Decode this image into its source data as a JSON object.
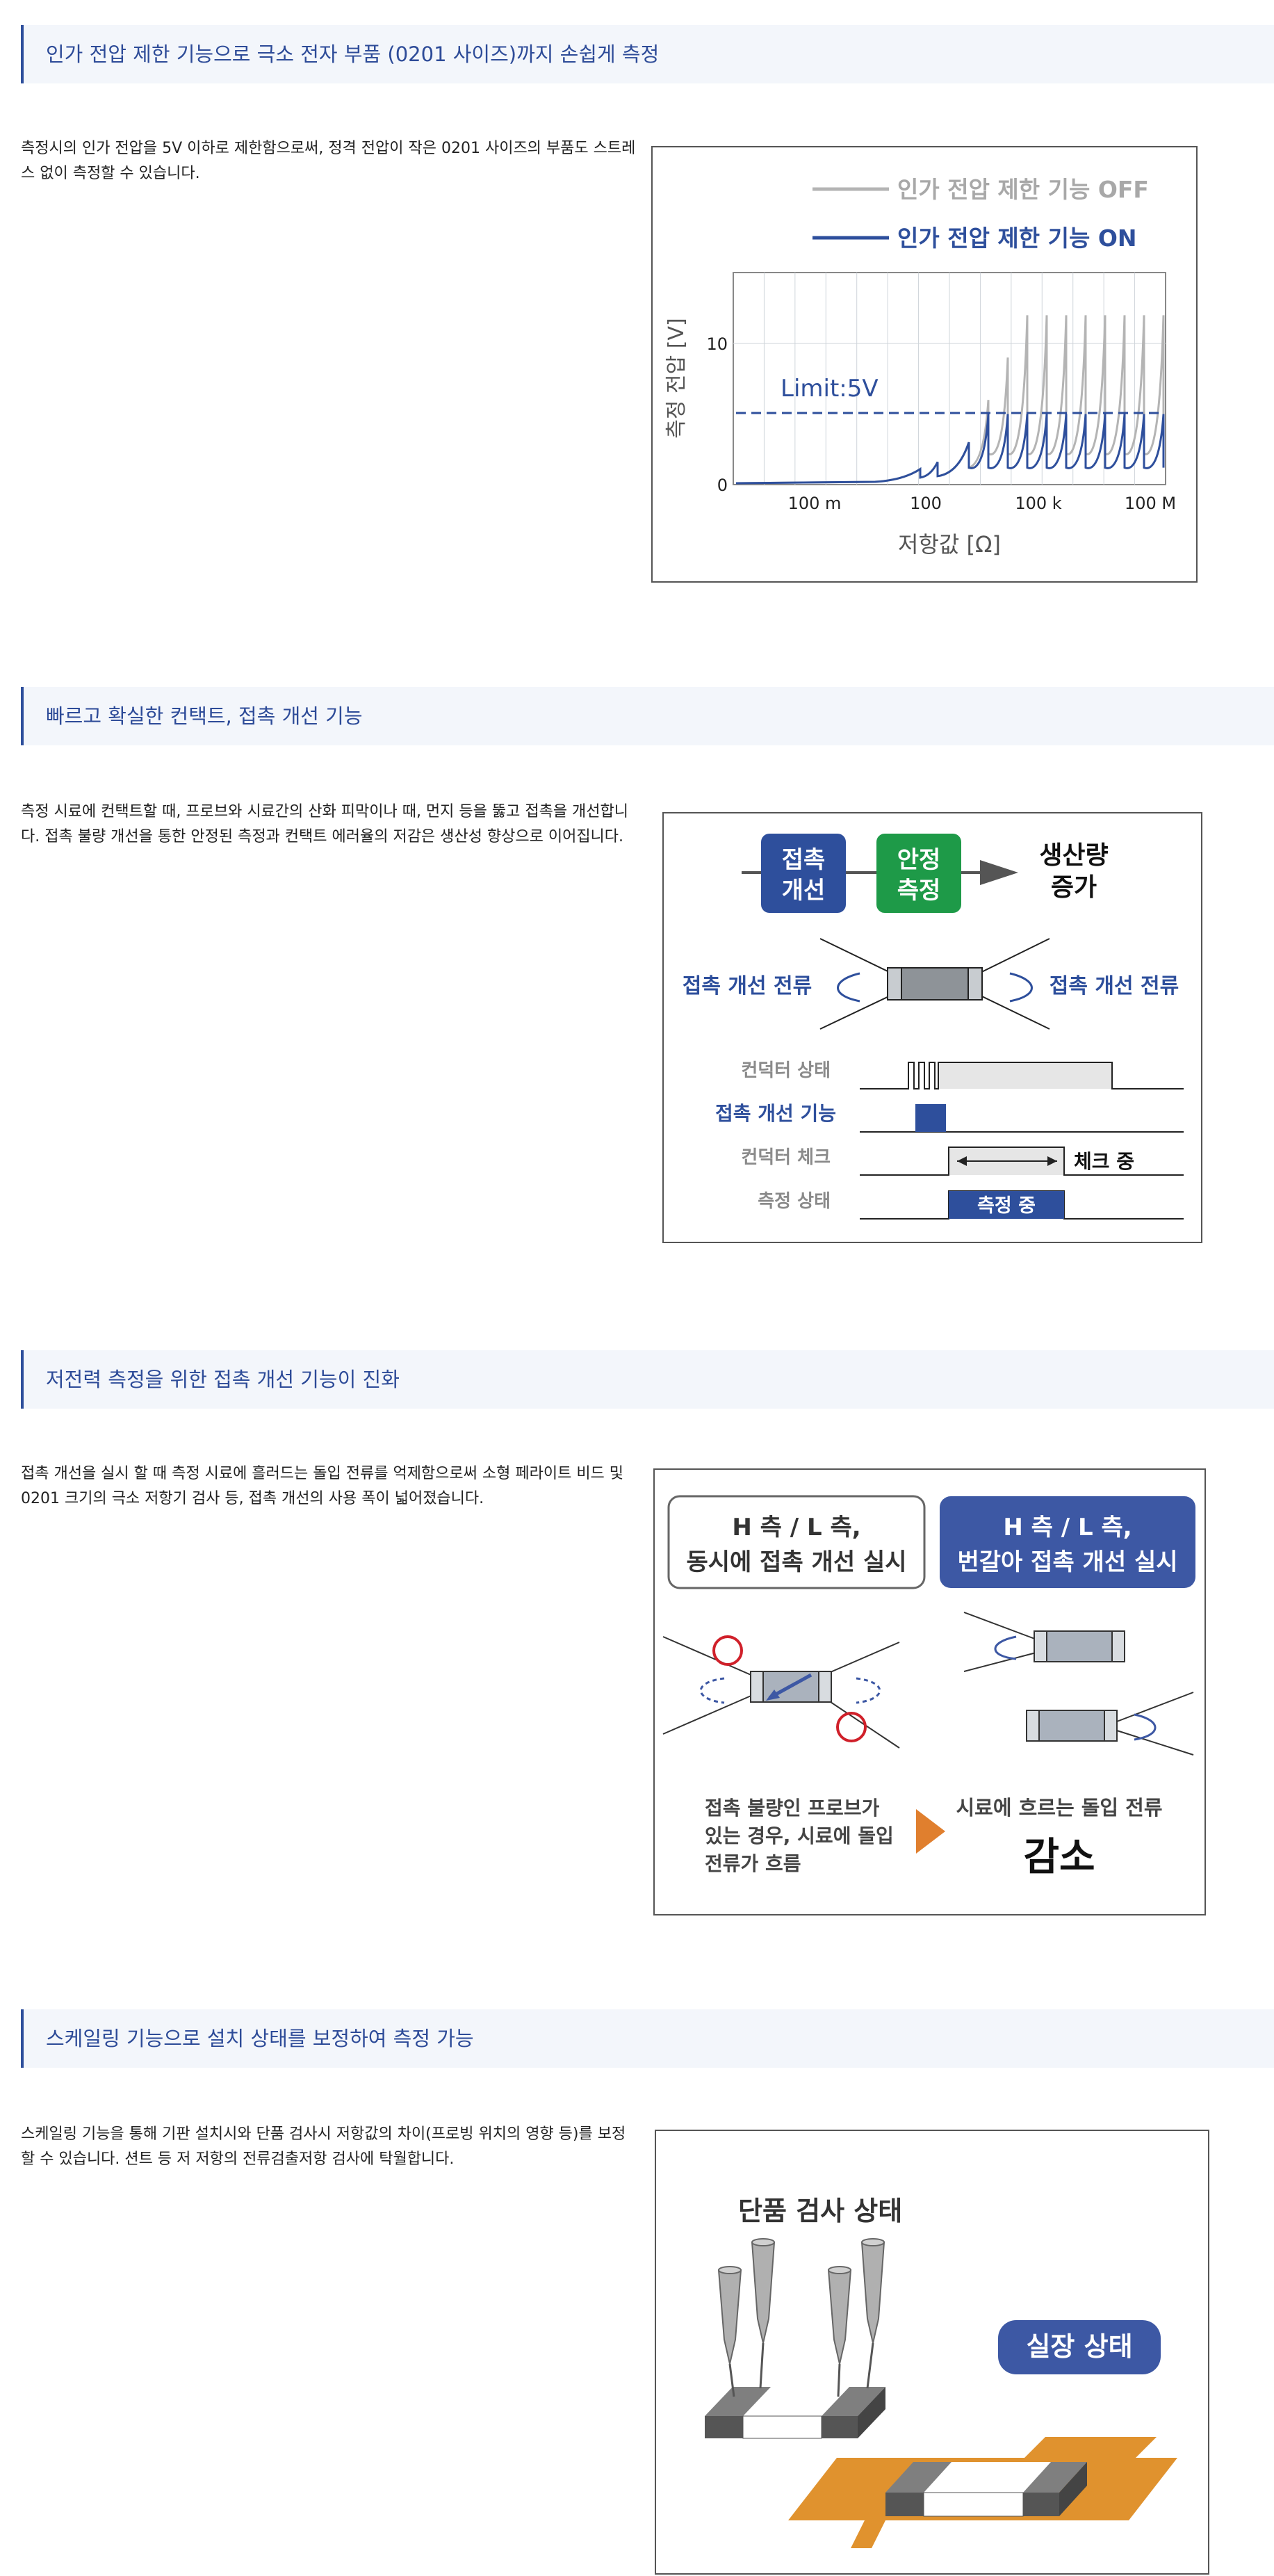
{
  "sections": [
    {
      "heading": "인가 전압 제한 기능으로 극소 전자 부품 (0201 사이즈)까지 손쉽게 측정",
      "description": "측정시의 인가 전압을 5V 이하로 제한함으로써, 정격 전압이 작은 0201 사이즈의 부품도 스트레스 없이 측정할 수 있습니다."
    },
    {
      "heading": "빠르고 확실한 컨택트, 접촉 개선 기능",
      "description": "측정 시료에 컨택트할 때, 프로브와 시료간의 산화 피막이나 때, 먼지 등을 뚫고 접촉을 개선합니다. 접촉 불량 개선을 통한 안정된 측정과 컨택트 에러율의 저감은 생산성 향상으로 이어집니다."
    },
    {
      "heading": "저전력 측정을 위한 접촉 개선 기능이 진화",
      "description": "접촉 개선을 실시 할 때 측정 시료에 흘러드는 돌입 전류를 억제함으로써 소형 페라이트 비드 및 0201 크기의 극소 저항기 검사 등, 접촉 개선의 사용 폭이 넓어졌습니다."
    },
    {
      "heading": "스케일링 기능으로 설치 상태를 보정하여 측정 가능",
      "description": "스케일링 기능을 통해 기판 설치시와 단품 검사시 저항값의 차이(프로빙 위치의 영향 등)를 보정할 수 있습니다. 션트 등 저 저항의 전류검출저항 검사에 탁월합니다."
    }
  ],
  "fig1": {
    "legend_off": "인가 전압 제한 기능 OFF",
    "legend_on": "인가 전압 제한 기능 ON",
    "ylabel": "측정 전압 [V]",
    "xlabel": "저항값 [Ω]",
    "limit_label": "Limit:5V",
    "colors": {
      "off": "#b4b4b4",
      "on": "#2e4f9c"
    }
  },
  "chart_data": {
    "type": "line",
    "xlabel": "저항값 [Ω]",
    "ylabel": "측정 전압 [V]",
    "x_ticks": [
      "100 m",
      "100",
      "100 k",
      "100 M"
    ],
    "y_ticks": [
      0,
      10
    ],
    "ylim": [
      0,
      15
    ],
    "x_scale": "log",
    "limit_line": {
      "value": 5,
      "label": "Limit:5V"
    },
    "series": [
      {
        "name": "인가 전압 제한 기능 OFF",
        "behavior": "sawtooth, peaks about 12 V at high resistance"
      },
      {
        "name": "인가 전압 제한 기능 ON",
        "behavior": "sawtooth, capped at 5 V"
      }
    ]
  },
  "fig2": {
    "box_improve": "접촉\n개선",
    "box_stable": "안정\n측정",
    "result": "생산량\n증가",
    "current_left": "접촉 개선 전류",
    "current_right": "접촉 개선 전류",
    "rows": [
      "컨덕터 상태",
      "접촉 개선 기능",
      "컨덕터 체크",
      "측정 상태"
    ],
    "check_label": "체크 중",
    "measure_label": "측정 중",
    "colors": {
      "blue": "#2e4f9c",
      "green": "#1e9a48",
      "gray": "#8e9398"
    }
  },
  "fig3": {
    "left_box": "H 측 / L 측,\n동시에 접촉 개선 실시",
    "right_box": "H 측 / L 측,\n번갈아 접촉 개선 실시",
    "left_note": "접촉 불량인 프로브가\n있는 경우, 시료에 돌입\n전류가 흐름",
    "right_note": "시료에 흐르는 돌입 전류",
    "right_big": "감소",
    "colors": {
      "blue": "#3d58a4",
      "orange": "#e07f2e",
      "red": "#d0202a"
    }
  },
  "fig4": {
    "single": "단품 검사 상태",
    "mounted": "실장 상태",
    "colors": {
      "orange": "#e0922e",
      "badge": "#3d58a4"
    }
  }
}
